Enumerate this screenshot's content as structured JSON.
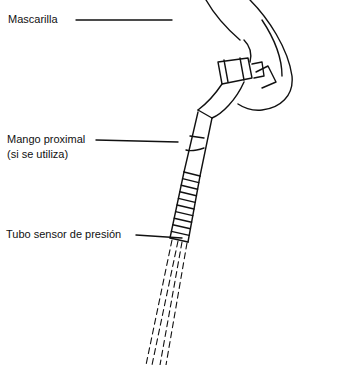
{
  "diagram": {
    "labels": [
      "Mascarilla",
      "Mango proximal (si se utiliza)",
      "Tubo sensor de presión"
    ]
  }
}
